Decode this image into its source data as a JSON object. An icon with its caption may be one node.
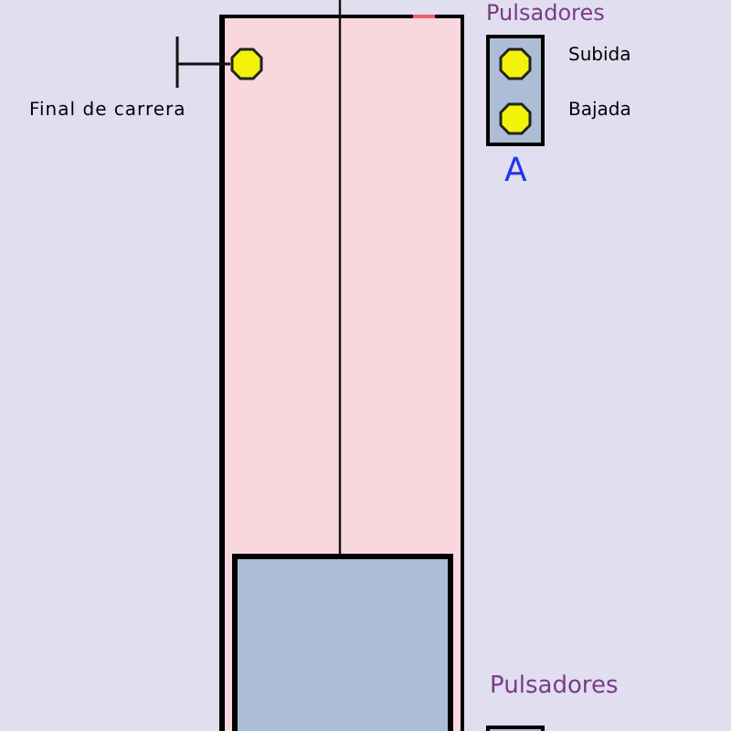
{
  "diagram": {
    "nodes": [
      {
        "text": [],
        "shape": "box"
      },
      {
        "text": [],
        "shape": "box",
        "in": 0
      },
      {
        "text": [],
        "shape": "circle",
        "in": 0
      },
      {
        "text": [
          "Final de carrera"
        ]
      },
      {
        "text": [
          "Pulsadores"
        ],
        "beside": [
          "A"
        ]
      },
      {
        "text": [],
        "shape": "circle",
        "in": 4
      },
      {
        "text": [],
        "shape": "circle",
        "in": 4
      },
      {
        "text": [
          "Pulsadores"
        ]
      }
    ],
    "edges": [
      {
        "from": 3,
        "to": 2,
        "arrow": "none"
      }
    ],
    "labels": [
      "Subida",
      "Bajada"
    ]
  }
}
